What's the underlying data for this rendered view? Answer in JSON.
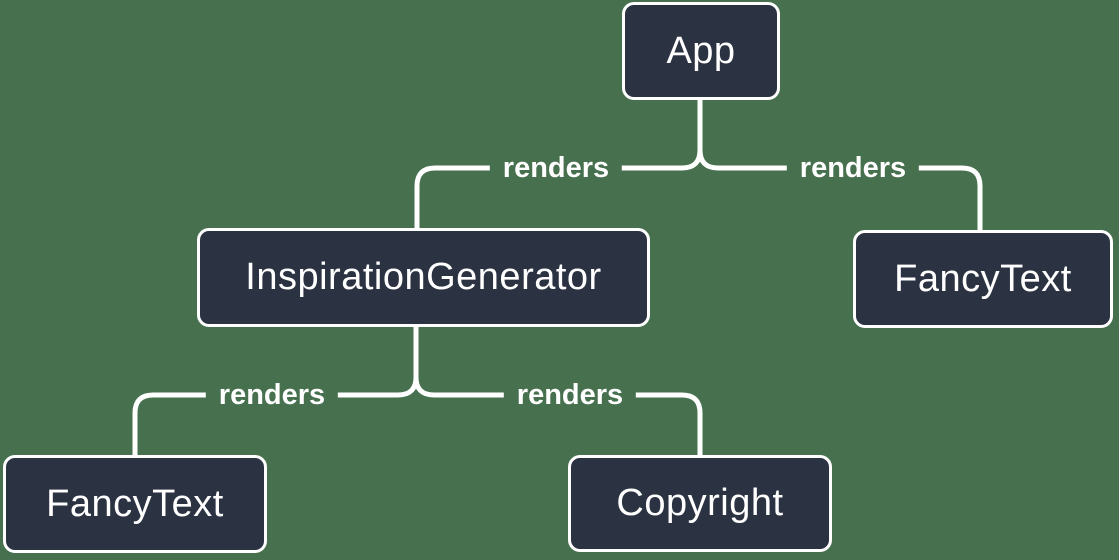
{
  "colors": {
    "background": "#47704F",
    "node_fill": "#2B3242",
    "node_border": "#FFFFFF",
    "connector": "#FFFFFF",
    "text": "#FFFFFF"
  },
  "nodes": {
    "app": {
      "label": "App"
    },
    "inspiration_generator": {
      "label": "InspirationGenerator"
    },
    "fancy_text_right": {
      "label": "FancyText"
    },
    "fancy_text_left": {
      "label": "FancyText"
    },
    "copyright": {
      "label": "Copyright"
    }
  },
  "edges": [
    {
      "from": "App",
      "to": "InspirationGenerator",
      "label": "renders"
    },
    {
      "from": "App",
      "to": "FancyText",
      "label": "renders"
    },
    {
      "from": "InspirationGenerator",
      "to": "FancyText",
      "label": "renders"
    },
    {
      "from": "InspirationGenerator",
      "to": "Copyright",
      "label": "renders"
    }
  ]
}
